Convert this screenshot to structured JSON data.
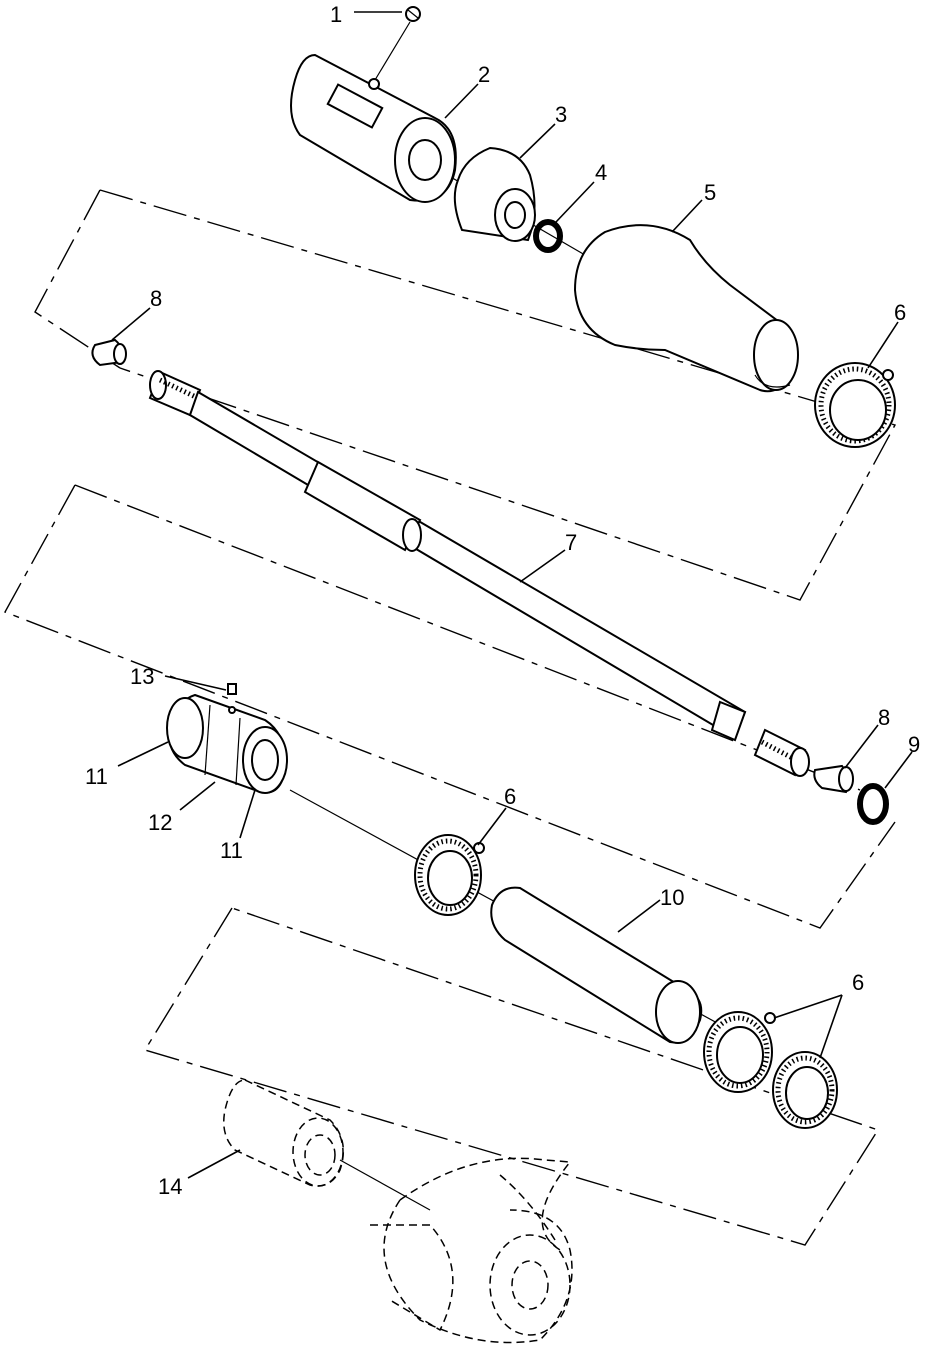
{
  "callouts": [
    {
      "id": "c1",
      "text": "1"
    },
    {
      "id": "c2",
      "text": "2"
    },
    {
      "id": "c3",
      "text": "3"
    },
    {
      "id": "c4",
      "text": "4"
    },
    {
      "id": "c5",
      "text": "5"
    },
    {
      "id": "c6a",
      "text": "6"
    },
    {
      "id": "c7",
      "text": "7"
    },
    {
      "id": "c8a",
      "text": "8"
    },
    {
      "id": "c8b",
      "text": "8"
    },
    {
      "id": "c9",
      "text": "9"
    },
    {
      "id": "c13",
      "text": "13"
    },
    {
      "id": "c11a",
      "text": "11"
    },
    {
      "id": "c12",
      "text": "12"
    },
    {
      "id": "c11b",
      "text": "11"
    },
    {
      "id": "c6b",
      "text": "6"
    },
    {
      "id": "c10",
      "text": "10"
    },
    {
      "id": "c6c",
      "text": "6"
    },
    {
      "id": "c14",
      "text": "14"
    }
  ],
  "parts": [
    {
      "name": "screw",
      "callout": "1"
    },
    {
      "name": "coupler-housing",
      "callout": "2"
    },
    {
      "name": "cone-bushing",
      "callout": "3"
    },
    {
      "name": "o-ring",
      "callout": "4"
    },
    {
      "name": "boot",
      "callout": "5"
    },
    {
      "name": "hose-clamp",
      "callout": "6"
    },
    {
      "name": "drive-shaft",
      "callout": "7"
    },
    {
      "name": "pin",
      "callout": "8"
    },
    {
      "name": "washer-ring",
      "callout": "9"
    },
    {
      "name": "sleeve-tube",
      "callout": "10"
    },
    {
      "name": "bearing",
      "callout": "11"
    },
    {
      "name": "bearing-housing",
      "callout": "12"
    },
    {
      "name": "set-screw",
      "callout": "13"
    },
    {
      "name": "impeller-coupler",
      "callout": "14"
    }
  ]
}
